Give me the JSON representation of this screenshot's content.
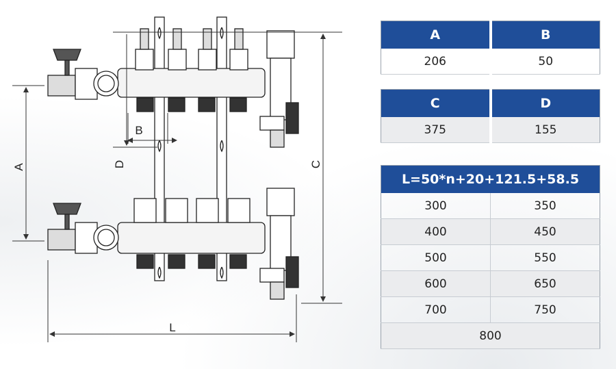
{
  "drawing": {
    "dimension_labels": {
      "a": "A",
      "b": "B",
      "c": "C",
      "d": "D",
      "l": "L"
    }
  },
  "table_ab": {
    "headers": [
      "A",
      "B"
    ],
    "values": [
      "206",
      "50"
    ]
  },
  "table_cd": {
    "headers": [
      "C",
      "D"
    ],
    "values": [
      "375",
      "155"
    ]
  },
  "table_lengths": {
    "formula": "L=50*n+20+121.5+58.5",
    "rows": [
      [
        "300",
        "350"
      ],
      [
        "400",
        "450"
      ],
      [
        "500",
        "550"
      ],
      [
        "600",
        "650"
      ],
      [
        "700",
        "750"
      ]
    ],
    "last": "800"
  }
}
